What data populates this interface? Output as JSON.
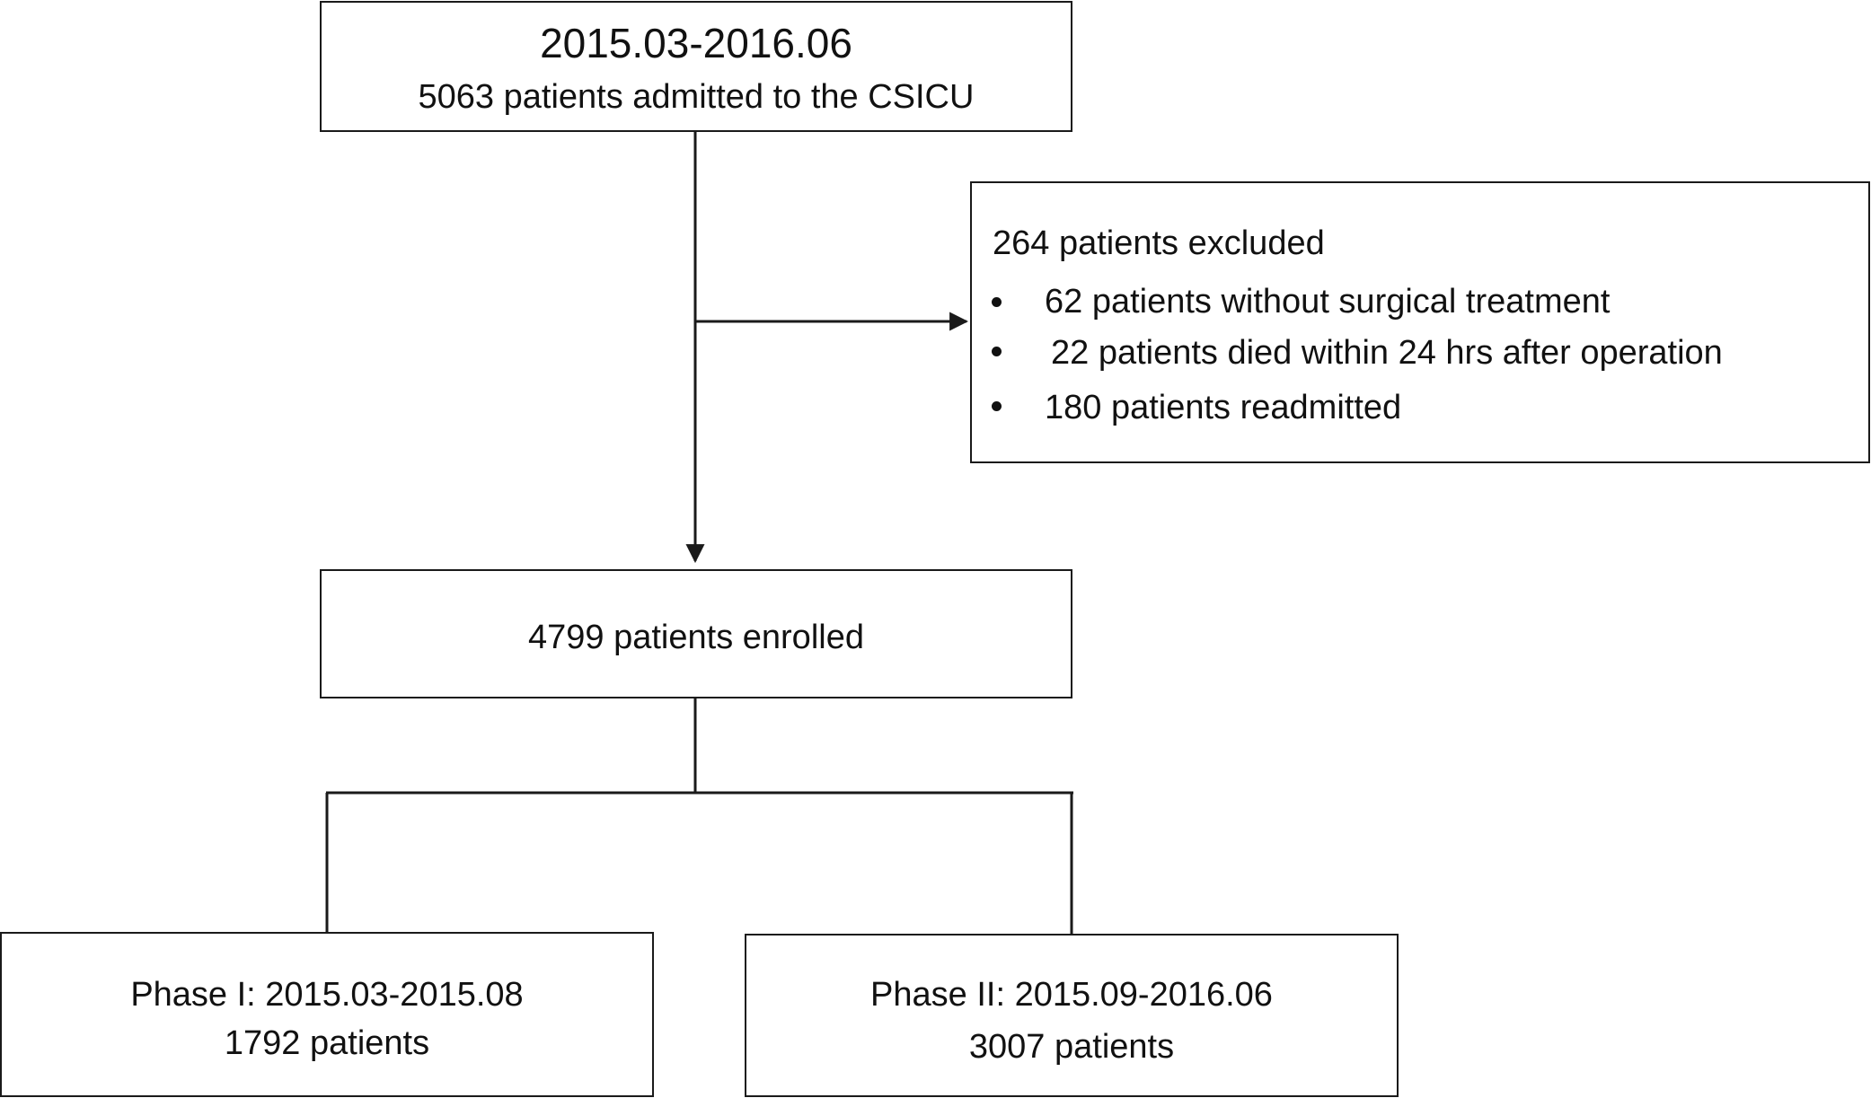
{
  "top_box": {
    "title": "2015.03-2016.06",
    "subtitle": "5063 patients admitted to the CSICU"
  },
  "excluded_box": {
    "heading": "264 patients excluded",
    "items": [
      "62 patients without surgical treatment",
      "22 patients died within 24 hrs after operation",
      "180 patients readmitted"
    ]
  },
  "enrolled_box": {
    "label": "4799 patients enrolled"
  },
  "phase1_box": {
    "title": "Phase I: 2015.03-2015.08",
    "count": "1792 patients"
  },
  "phase2_box": {
    "title": "Phase II: 2015.09-2016.06",
    "count": "3007 patients"
  },
  "colors": {
    "stroke": "#1a1a1a",
    "text": "#111111",
    "background": "#ffffff"
  }
}
